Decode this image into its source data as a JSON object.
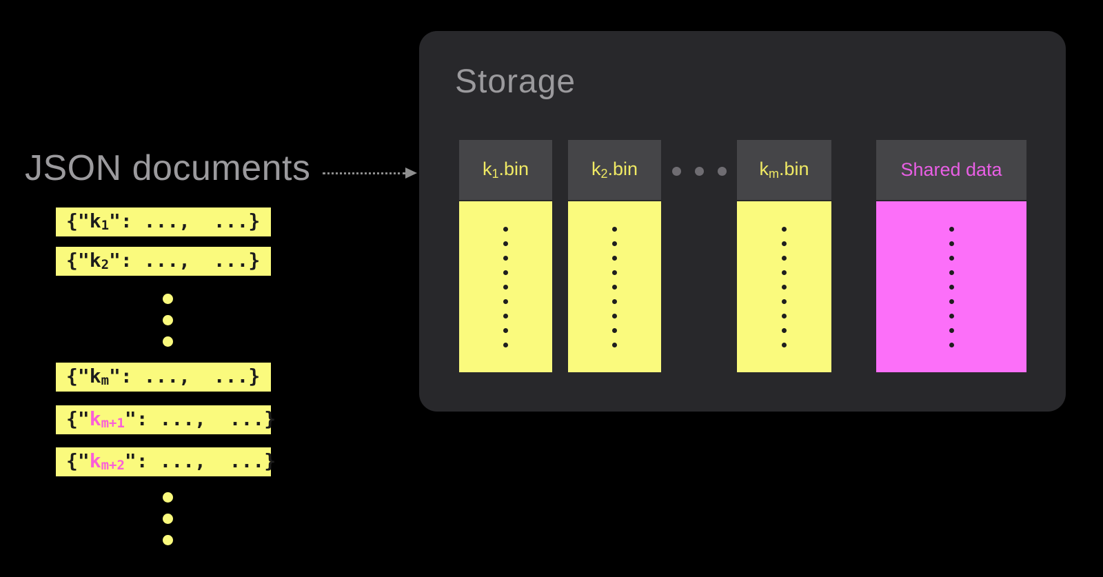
{
  "colors": {
    "bg": "#000000",
    "panel": "#28282b",
    "bin_header": "#454548",
    "yellow": "#fafa7d",
    "yellow_label": "#f0ea64",
    "magenta": "#fc6ff9",
    "magenta_label": "#e95fe5",
    "pink_key": "#fa5fd8",
    "gray_text": "#9b9a9d",
    "gray_dot": "#6f6d72",
    "arrow": "#8f8f8f",
    "dark_text": "#1c1c1c",
    "body_dot": "#1e1e1e"
  },
  "left": {
    "title": "JSON documents",
    "bars": [
      {
        "open": "{\"",
        "key": "k",
        "sub": "1",
        "rest": "\": ...,  ...}"
      },
      {
        "open": "{\"",
        "key": "k",
        "sub": "2",
        "rest": "\": ...,  ...}"
      },
      {
        "open": "{\"",
        "key": "k",
        "sub": "m",
        "rest": "\": ...,  ...}"
      },
      {
        "open": "{\"",
        "key": "k",
        "sub": "m+1",
        "rest": "\": ...,  ...}"
      },
      {
        "open": "{\"",
        "key": "k",
        "sub": "m+2",
        "rest": "\": ...,  ...}"
      }
    ]
  },
  "storage": {
    "title": "Storage",
    "bins": [
      {
        "key": "k",
        "sub": "1",
        "suffix": ".bin"
      },
      {
        "key": "k",
        "sub": "2",
        "suffix": ".bin"
      },
      {
        "key": "k",
        "sub": "m",
        "suffix": ".bin"
      },
      {
        "label": "Shared data"
      }
    ]
  }
}
